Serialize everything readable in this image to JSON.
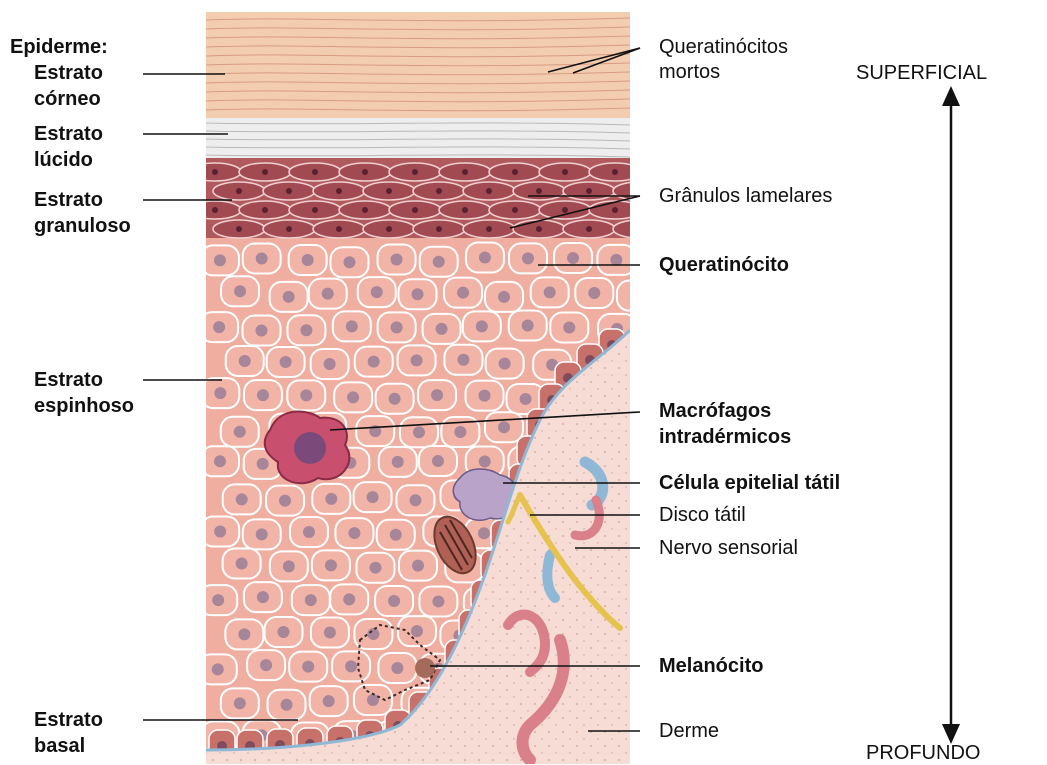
{
  "title": "Epiderme:",
  "left_labels": [
    {
      "line1": "Estrato",
      "line2": "córneo"
    },
    {
      "line1": "Estrato",
      "line2": "lúcido"
    },
    {
      "line1": "Estrato",
      "line2": "granuloso"
    },
    {
      "line1": "Estrato",
      "line2": "espinhoso"
    },
    {
      "line1": "Estrato",
      "line2": "basal"
    }
  ],
  "right_labels": {
    "dead_keratinocytes_1": "Queratinócitos",
    "dead_keratinocytes_2": "mortos",
    "lamellar_granules": "Grânulos lamelares",
    "keratinocyte": "Queratinócito",
    "macrophages_1": "Macrófagos",
    "macrophages_2": "intradérmicos",
    "tactile_cell": "Célula epitelial tátil",
    "tactile_disc": "Disco tátil",
    "sensory_nerve": "Nervo sensorial",
    "melanocyte": "Melanócito",
    "dermis": "Derme"
  },
  "axis": {
    "top": "SUPERFICIAL",
    "bottom": "PROFUNDO"
  },
  "colors": {
    "corneum": "#f3cdb0",
    "lucidum": "#eeeeee",
    "granulosum": "#b05a5e",
    "spinosum": "#efaea0",
    "basale": "#c8706a",
    "dermis": "#f6dcd4",
    "macrophage": "#c8506e",
    "tactile_cell": "#b9a3c9",
    "nerve": "#e6c24e",
    "vessel_blue": "#8fb8d6",
    "vessel_red": "#d9808a"
  }
}
